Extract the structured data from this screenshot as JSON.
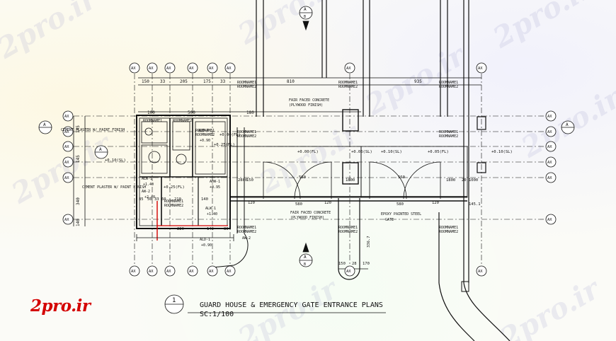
{
  "watermark": "2pro.ir",
  "logo": "2pro.ir",
  "title": {
    "number": "1",
    "line1": "GUARD HOUSE & EMERGENCY GATE ENTRANCE PLANS",
    "line2": "SC:1/100"
  },
  "grid_bubble": "AX",
  "section_marks": {
    "label": "A",
    "sheet": "B"
  },
  "dimensions": {
    "top": [
      "150",
      "33",
      "205",
      "175",
      "33",
      "810",
      "935"
    ],
    "sub": [
      "100",
      "500",
      "180"
    ],
    "left": [
      "145",
      "145",
      "340",
      "140"
    ],
    "bottom": [
      "85",
      "50",
      "33",
      "60",
      "210",
      "140",
      "220",
      "140",
      "80"
    ],
    "gate": [
      "2800",
      "1800",
      "560",
      "120",
      "120",
      "560",
      "120",
      "1800",
      "20",
      "1000",
      "580",
      "580",
      "150"
    ],
    "vertical_right": [
      "145.1",
      "336.7"
    ],
    "lower": [
      "150",
      "28",
      "170"
    ]
  },
  "room_name": "ROOMNAME1",
  "room_name2": "ROOMNAME2",
  "levels": [
    "+0.10(SL)",
    "+0.00(FL)",
    "+0.25(FL)",
    "+0.00(FL)",
    "+0.06(SL)",
    "+0.10(SL)",
    "+0.25(FL)",
    "+0.10(SL)",
    "+0.05(FL)"
  ],
  "notes": {
    "cement_top": "CEMENT PLASTER W/ PAINT FINISH",
    "cement_bottom": "CEMENT PLASTER W/ PAINT FINISH",
    "fair_faced_top": "FAIR FACED CONCRETE",
    "plywood_top": "(PLYWOOD FINISH)",
    "fair_faced_bottom": "FAIR FACED CONCRETE",
    "plywood_bottom": "(PLYWOOD FINISH)",
    "epoxy": "EPOXY PAINTED STEEL",
    "gate": "GATE"
  },
  "tags": [
    "ALW-1",
    "ALD-1",
    "AW-2",
    "ADW-1",
    "ALW-1",
    "ALD-1",
    "AW-2"
  ],
  "tag_levels": [
    "+1.40",
    "+0.90",
    "+2.40",
    "+0.95",
    "+1.40",
    "+0.90"
  ],
  "colors": {
    "line": "#111111",
    "accent": "#d40000",
    "watermark": "#9696c8"
  }
}
